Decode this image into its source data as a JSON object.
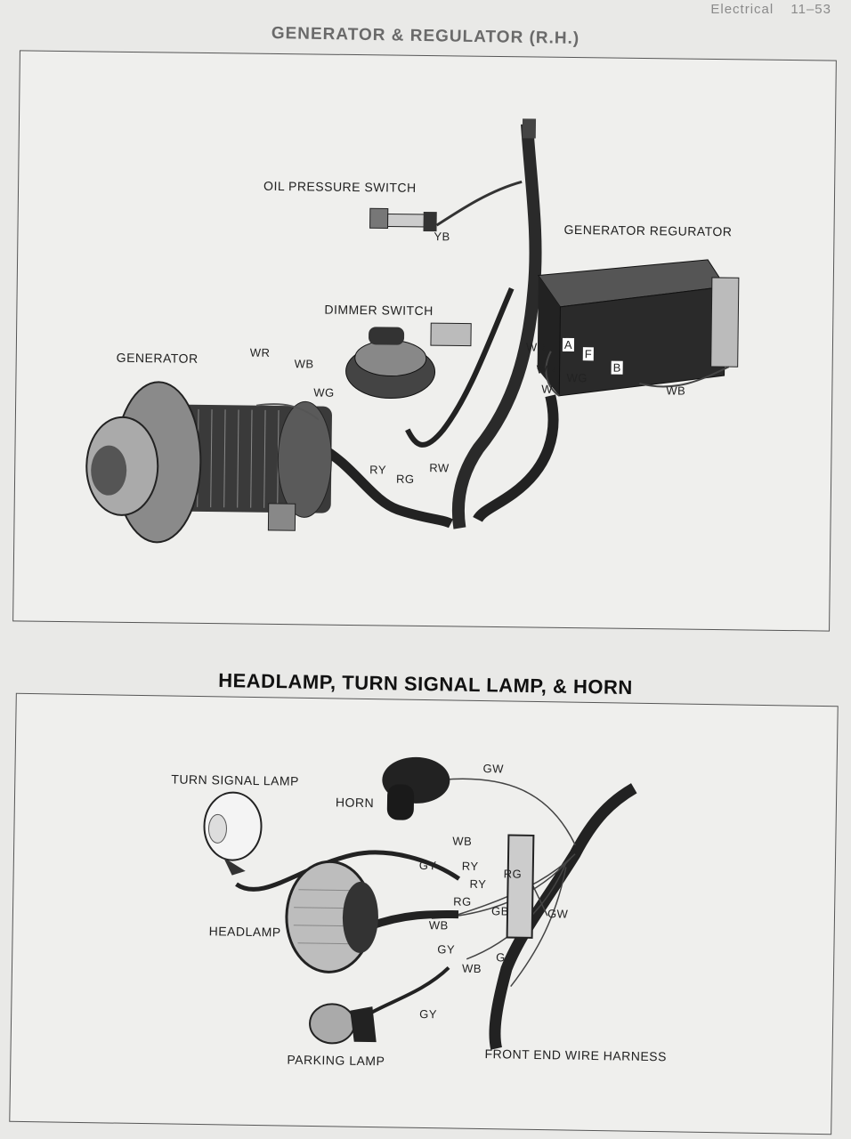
{
  "header": {
    "section": "Electrical",
    "page": "11–53"
  },
  "section1": {
    "title": "GENERATOR & REGULATOR (R.H.)",
    "labels": {
      "oil_pressure_switch": "OIL PRESSURE SWITCH",
      "generator_regulator": "GENERATOR REGURATOR",
      "dimmer_switch": "DIMMER SWITCH",
      "generator": "GENERATOR"
    },
    "wires": {
      "yb": "YB",
      "wr_gen": "WR",
      "wb_gen": "WB",
      "wg_gen": "WG",
      "ry": "RY",
      "rg": "RG",
      "rw": "RW",
      "wr_reg1": "WR",
      "wr_reg2": "WR",
      "wg_reg": "WG",
      "w_reg": "W",
      "wb_reg": "WB",
      "term_a": "A",
      "term_f": "F",
      "term_b": "B"
    }
  },
  "section2": {
    "title": "HEADLAMP, TURN SIGNAL LAMP, & HORN",
    "labels": {
      "turn_signal_lamp": "TURN SIGNAL LAMP",
      "horn": "HORN",
      "headlamp": "HEADLAMP",
      "parking_lamp": "PARKING LAMP",
      "front_end_wire_harness": "FRONT END WIRE HARNESS"
    },
    "wires": {
      "gw_top": "GW",
      "wb_top": "WB",
      "gy1": "GY",
      "ry1": "RY",
      "ry2": "RY",
      "rg1": "RG",
      "rg2": "RG",
      "gb": "GB",
      "gw_right": "GW",
      "wb_mid": "WB",
      "gy2": "GY",
      "go": "GO",
      "wb_low": "WB",
      "gy3": "GY"
    }
  }
}
